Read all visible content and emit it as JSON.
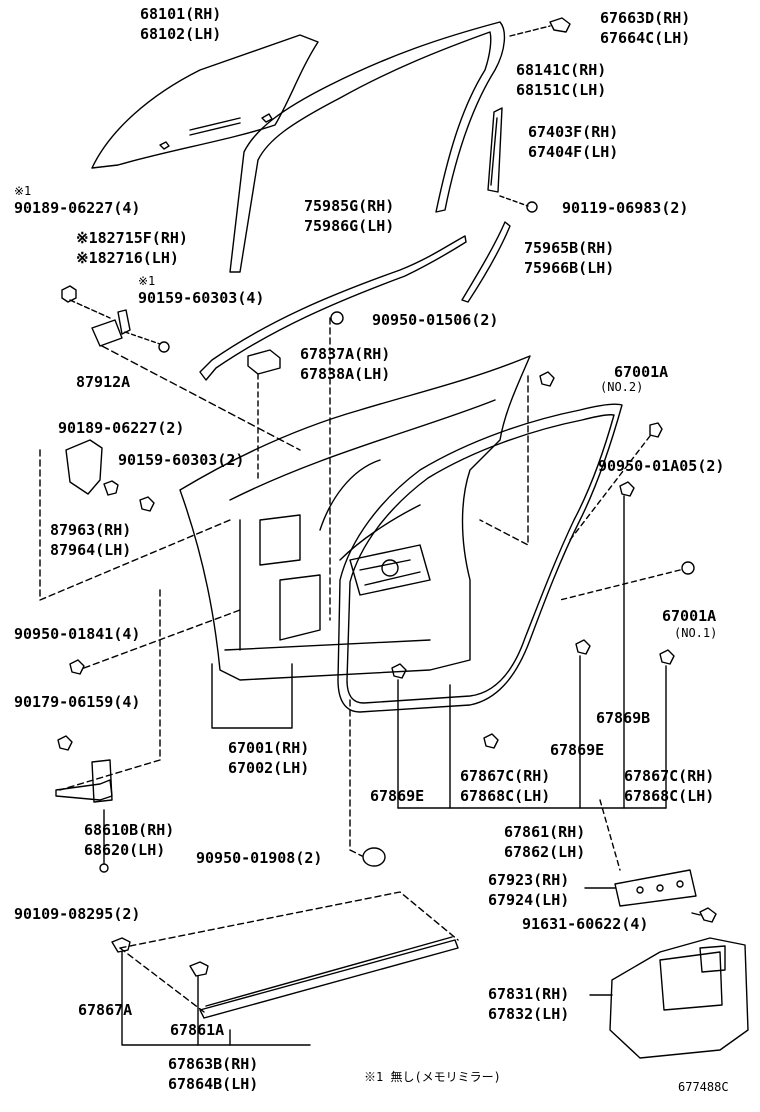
{
  "labels": {
    "l68101": "68101(RH)",
    "l68102": "68102(LH)",
    "l67663d": "67663D(RH)",
    "l67664c": "67664C(LH)",
    "l68141c": "68141C(RH)",
    "l68151c": "68151C(LH)",
    "l67403f": "67403F(RH)",
    "l67404f": "67404F(LH)",
    "m1a": "※1",
    "l9018906227_4": "90189-06227(4)",
    "l90119": "90119-06983(2)",
    "l75985g": "75985G(RH)",
    "l75986g": "75986G(LH)",
    "l82715f": "※182715F(RH)",
    "l82716": "※182716(LH)",
    "l75965b": "75965B(RH)",
    "l75966b": "75966B(LH)",
    "m1b": "※1",
    "l90159_4": "90159-60303(4)",
    "l90950_01506": "90950-01506(2)",
    "l67837a": "67837A(RH)",
    "l67838a": "67838A(LH)",
    "l87912a": "87912A",
    "l67001a_2": "67001A",
    "no2": "(NO.2)",
    "l9018906227_2": "90189-06227(2)",
    "l90950_01a05": "90950-01A05(2)",
    "l90159_2": "90159-60303(2)",
    "l87963": "87963(RH)",
    "l87964": "87964(LH)",
    "l67001a_1": "67001A",
    "no1": "(NO.1)",
    "l90950_01841": "90950-01841(4)",
    "l90179": "90179-06159(4)",
    "l67869b": "67869B",
    "l67001": "67001(RH)",
    "l67002": "67002(LH)",
    "l67869e_r": "67869E",
    "l67869e_l": "67869E",
    "l67867c_m": "67867C(RH)",
    "l67868c_m": "67868C(LH)",
    "l67867c_r": "67867C(RH)",
    "l67868c_r": "67868C(LH)",
    "l68610b": "68610B(RH)",
    "l68620": "68620(LH)",
    "l67861": "67861(RH)",
    "l67862": "67862(LH)",
    "l90950_01908": "90950-01908(2)",
    "l67923": "67923(RH)",
    "l67924": "67924(LH)",
    "l90109": "90109-08295(2)",
    "l91631": "91631-60622(4)",
    "l67831": "67831(RH)",
    "l67832": "67832(LH)",
    "l67867a": "67867A",
    "l67861a": "67861A",
    "l67863b": "67863B(RH)",
    "l67864b": "67864B(LH)",
    "note": "※1 無し(メモリミラー)",
    "code": "677488C"
  }
}
